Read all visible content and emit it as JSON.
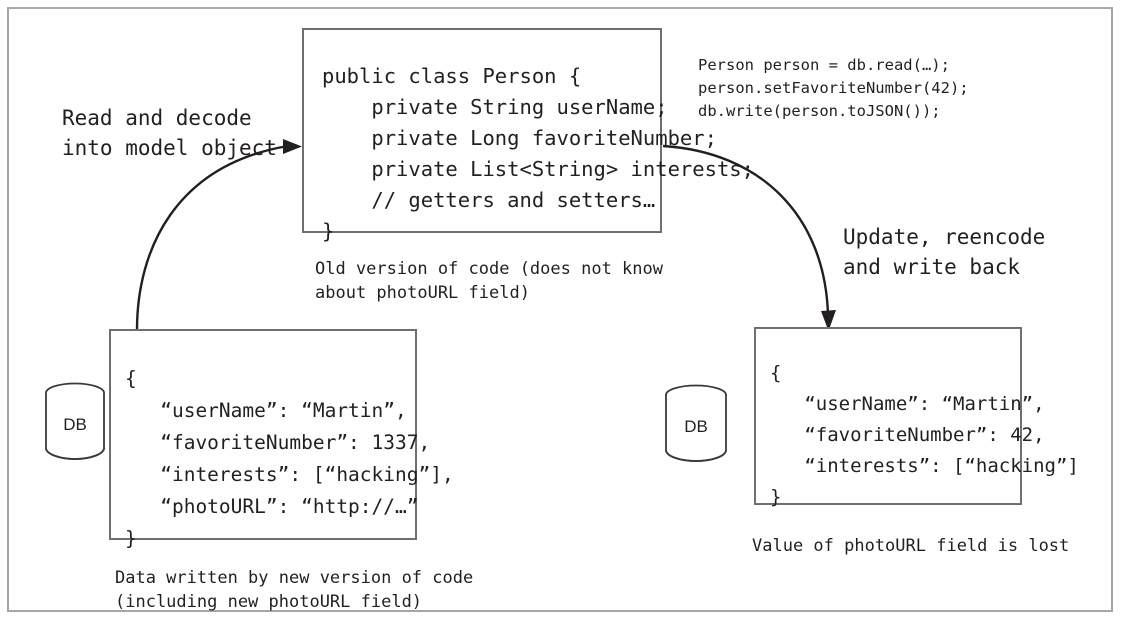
{
  "figure": {
    "title": "Data model evolution with old code losing a new field",
    "frame_color": "#a6a6a6",
    "box_border_color": "#6f6f6f",
    "text_color": "#231f20"
  },
  "code_box": {
    "code": "public class Person {\n    private String userName;\n    private Long favoriteNumber;\n    private List<String> interests;\n    // getters and setters…\n}",
    "caption": "Old version of code (does not know\nabout photoURL field)"
  },
  "usage_snippet": {
    "code": "Person person = db.read(…);\nperson.setFavoriteNumber(42);\ndb.write(person.toJSON());"
  },
  "arrows": {
    "read_label": "Read and decode\ninto model object",
    "write_label": "Update, reencode\nand write back"
  },
  "database_left": {
    "icon": "database-cylinder-icon",
    "label": "DB"
  },
  "database_right": {
    "icon": "database-cylinder-icon",
    "label": "DB"
  },
  "json_left": {
    "content": "{\n   “userName”: “Martin”,\n   “favoriteNumber”: 1337,\n   “interests”: [“hacking”],\n   “photoURL”: “http://…”\n}",
    "caption": "Data written by new version of code\n(including new photoURL field)"
  },
  "json_right": {
    "content": "{\n   “userName”: “Martin”,\n   “favoriteNumber”: 42,\n   “interests”: [“hacking”]\n}",
    "caption": "Value of photoURL field is lost"
  }
}
